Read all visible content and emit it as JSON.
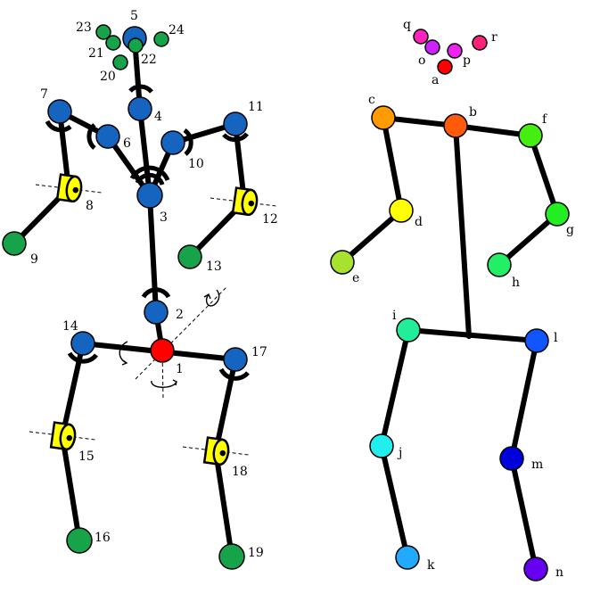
{
  "left_skeleton": {
    "joints": [
      {
        "label": "1",
        "color": "#ff0000"
      },
      {
        "label": "2",
        "color": "#1565c0"
      },
      {
        "label": "3",
        "color": "#1565c0"
      },
      {
        "label": "4",
        "color": "#1565c0"
      },
      {
        "label": "5",
        "color": "#1565c0"
      },
      {
        "label": "6",
        "color": "#1565c0"
      },
      {
        "label": "7",
        "color": "#1565c0"
      },
      {
        "label": "8",
        "color": "#ffff00"
      },
      {
        "label": "9",
        "color": "#16a34a"
      },
      {
        "label": "10",
        "color": "#1565c0"
      },
      {
        "label": "11",
        "color": "#1565c0"
      },
      {
        "label": "12",
        "color": "#ffff00"
      },
      {
        "label": "13",
        "color": "#16a34a"
      },
      {
        "label": "14",
        "color": "#1565c0"
      },
      {
        "label": "15",
        "color": "#ffff00"
      },
      {
        "label": "16",
        "color": "#16a34a"
      },
      {
        "label": "17",
        "color": "#1565c0"
      },
      {
        "label": "18",
        "color": "#ffff00"
      },
      {
        "label": "19",
        "color": "#16a34a"
      },
      {
        "label": "20",
        "color": "#16a34a"
      },
      {
        "label": "21",
        "color": "#16a34a"
      },
      {
        "label": "22",
        "color": "#16a34a"
      },
      {
        "label": "23",
        "color": "#16a34a"
      },
      {
        "label": "24",
        "color": "#16a34a"
      }
    ]
  },
  "right_skeleton": {
    "joints": [
      {
        "label": "a",
        "color": "#ff0000"
      },
      {
        "label": "b",
        "color": "#ff5a0a"
      },
      {
        "label": "c",
        "color": "#ff9a00"
      },
      {
        "label": "d",
        "color": "#ffff00"
      },
      {
        "label": "e",
        "color": "#a6e22e"
      },
      {
        "label": "f",
        "color": "#44ee10"
      },
      {
        "label": "g",
        "color": "#22ee22"
      },
      {
        "label": "h",
        "color": "#22ee66"
      },
      {
        "label": "i",
        "color": "#22ee99"
      },
      {
        "label": "j",
        "color": "#22eeee"
      },
      {
        "label": "k",
        "color": "#22aaff"
      },
      {
        "label": "l",
        "color": "#1155ff"
      },
      {
        "label": "m",
        "color": "#0000dd"
      },
      {
        "label": "n",
        "color": "#6600ee"
      },
      {
        "label": "o",
        "color": "#cc22ff"
      },
      {
        "label": "p",
        "color": "#ee22ee"
      },
      {
        "label": "q",
        "color": "#ff22bb"
      },
      {
        "label": "r",
        "color": "#ff2277"
      }
    ]
  }
}
